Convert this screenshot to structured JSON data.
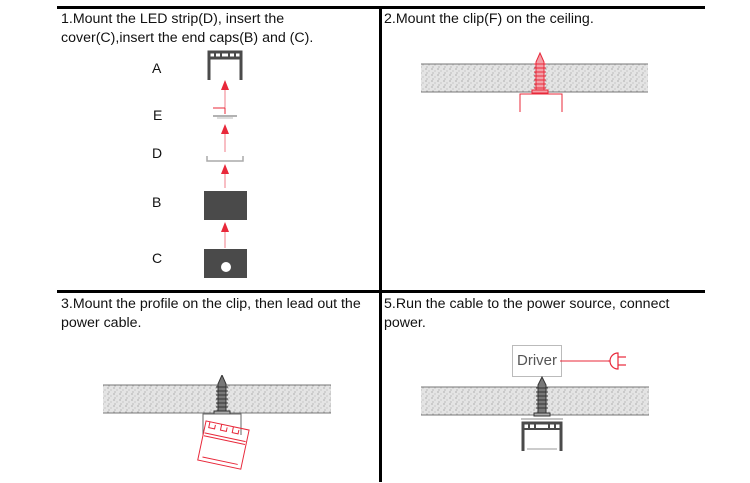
{
  "steps": [
    {
      "number": "1",
      "text": "1.Mount the LED strip(D), insert the cover(C),insert the end caps(B) and (C).",
      "parts": [
        {
          "letter": "A",
          "name": "aluminum-profile"
        },
        {
          "letter": "E",
          "name": "clip"
        },
        {
          "letter": "D",
          "name": "led-strip"
        },
        {
          "letter": "B",
          "name": "end-cap-solid"
        },
        {
          "letter": "C",
          "name": "end-cap-with-hole"
        }
      ]
    },
    {
      "number": "2",
      "text": "2.Mount the clip(F) on the ceiling."
    },
    {
      "number": "3",
      "text": "3.Mount the profile on the clip, then lead out the power cable."
    },
    {
      "number": "5",
      "text": "5.Run the cable to the power source, connect power.",
      "driver_label": "Driver"
    }
  ],
  "colors": {
    "border": "#000000",
    "highlight_red": "#e8283a",
    "profile_dark": "#4a4a4a",
    "ceiling_fill": "#d8d8d8"
  }
}
